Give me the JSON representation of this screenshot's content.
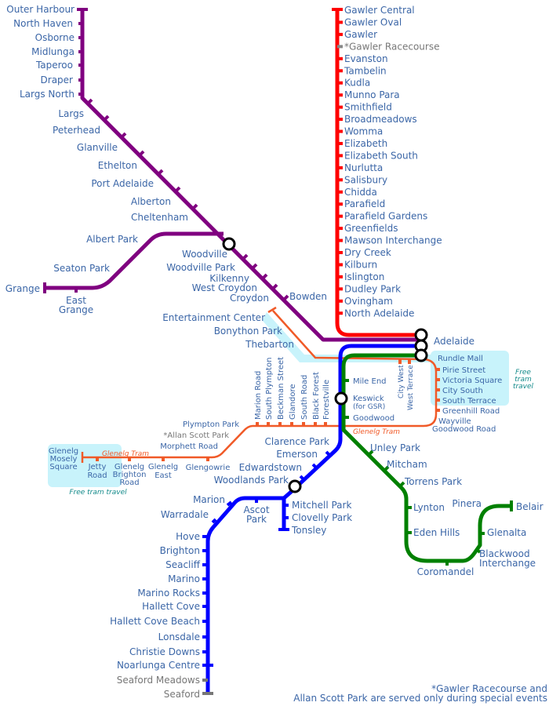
{
  "colors": {
    "gawler": "#ff0000",
    "outer_harbor": "#800080",
    "seaford": "#0000ff",
    "belair": "#008000",
    "tram": "#f05a28",
    "free_zone": "#c8f3fb",
    "text": "#3b66a7",
    "special": "#777777"
  },
  "gawler_line": [
    "Gawler Central",
    "Gawler Oval",
    "Gawler",
    "*Gawler Racecourse",
    "Evanston",
    "Tambelin",
    "Kudla",
    "Munno Para",
    "Smithfield",
    "Broadmeadows",
    "Womma",
    "Elizabeth",
    "Elizabeth South",
    "Nurlutta",
    "Salisbury",
    "Chidda",
    "Parafield",
    "Parafield Gardens",
    "Greenfields",
    "Mawson Interchange",
    "Dry Creek",
    "Kilburn",
    "Islington",
    "Dudley Park",
    "Ovingham",
    "North Adelaide"
  ],
  "outer_harbor_line": [
    "Outer Harbour",
    "North Haven",
    "Osborne",
    "Midlunga",
    "Taperoo",
    "Draper",
    "Largs North",
    "Largs",
    "Peterhead",
    "Glanville",
    "Ethelton",
    "Port Adelaide",
    "Alberton",
    "Cheltenham",
    "Woodville",
    "Woodville Park",
    "Kilkenny",
    "West Croydon",
    "Croydon",
    "Bowden"
  ],
  "grange_line": [
    "Albert Park",
    "Seaton Park",
    "Grange",
    "East",
    "Grange"
  ],
  "hub": "Adelaide",
  "seaford_line": [
    "Mile End",
    "Keswick",
    "(for GSR)",
    "Goodwood",
    "Clarence Park",
    "Emerson",
    "Edwardstown",
    "Woodlands Park",
    "Ascot",
    "Park",
    "Marion",
    "Warradale",
    "Hove",
    "Brighton",
    "Seacliff",
    "Marino",
    "Marino Rocks",
    "Hallett Cove",
    "Hallett Cove Beach",
    "Lonsdale",
    "Christie Downs",
    "Noarlunga Centre",
    "Seaford Meadows",
    "Seaford"
  ],
  "tonsley_line": [
    "Mitchell Park",
    "Clovelly Park",
    "Tonsley"
  ],
  "belair_line": [
    "Unley Park",
    "Mitcham",
    "Torrens Park",
    "Lynton",
    "Eden Hills",
    "Coromandel",
    "Blackwood",
    "Interchange",
    "Glenalta",
    "Pinera",
    "Belair"
  ],
  "tram": {
    "city": [
      "Entertainment Center",
      "Bonython Park",
      "Thebarton",
      "City West",
      "West Terrace",
      "Rundle Mall",
      "Pirie Street",
      "Victoria Square",
      "City South",
      "South Terrace",
      "Greenhill Road",
      "Wayville",
      "Goodwood Road"
    ],
    "vertical": [
      "Marion Road",
      "South Plympton",
      "Beckman Street",
      "Glandore",
      "South Road",
      "Black Forest",
      "Forestville"
    ],
    "south": [
      "Plympton Park",
      "*Allan Scott Park",
      "Morphett Road",
      "Glengowrie",
      "Glenelg",
      "East",
      "Glenelg",
      "Brighton",
      "Road",
      "Jetty",
      "Road",
      "Glenelg",
      "Mosely",
      "Square"
    ],
    "line_label": "Glenelg Tram",
    "free_travel": "Free tram travel",
    "free_city": [
      "Free",
      "tram",
      "travel"
    ]
  },
  "footnote": [
    "*Gawler Racecourse and",
    "Allan Scott Park are served only during special events"
  ]
}
